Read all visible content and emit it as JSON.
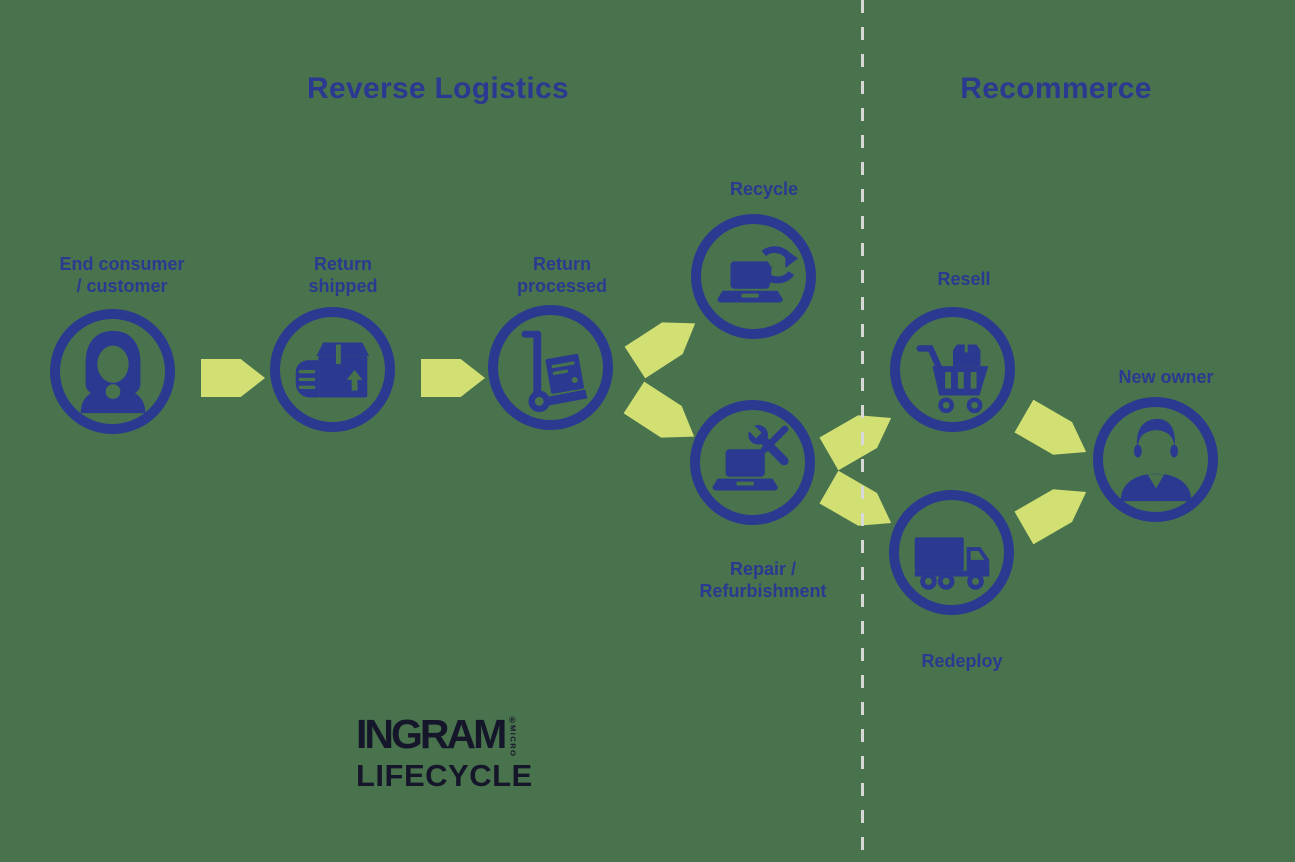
{
  "colors": {
    "background": "#48734d",
    "navy": "#2b3990",
    "arrow_green": "#d2df72",
    "divider": "#d8d8d6",
    "logo_ink": "#16162a"
  },
  "sections": {
    "left_title": "Reverse Logistics",
    "right_title": "Recommerce"
  },
  "nodes": [
    {
      "id": "end-consumer",
      "label": "End consumer\n/ customer",
      "icon": "woman-icon"
    },
    {
      "id": "return-shipped",
      "label": "Return\nshipped",
      "icon": "parcel-in-hand-icon"
    },
    {
      "id": "return-processed",
      "label": "Return\nprocessed",
      "icon": "hand-truck-icon"
    },
    {
      "id": "recycle",
      "label": "Recycle",
      "icon": "laptop-recycle-icon"
    },
    {
      "id": "repair-refurbishment",
      "label": "Repair /\nRefurbishment",
      "icon": "laptop-repair-icon"
    },
    {
      "id": "resell",
      "label": "Resell",
      "icon": "shopping-cart-icon"
    },
    {
      "id": "redeploy",
      "label": "Redeploy",
      "icon": "delivery-truck-icon"
    },
    {
      "id": "new-owner",
      "label": "New owner",
      "icon": "man-icon"
    }
  ],
  "logo": {
    "brand": "INGRAM",
    "sub_brand": "MICRO",
    "registered": "®",
    "product_line": "LIFECYCLE"
  }
}
